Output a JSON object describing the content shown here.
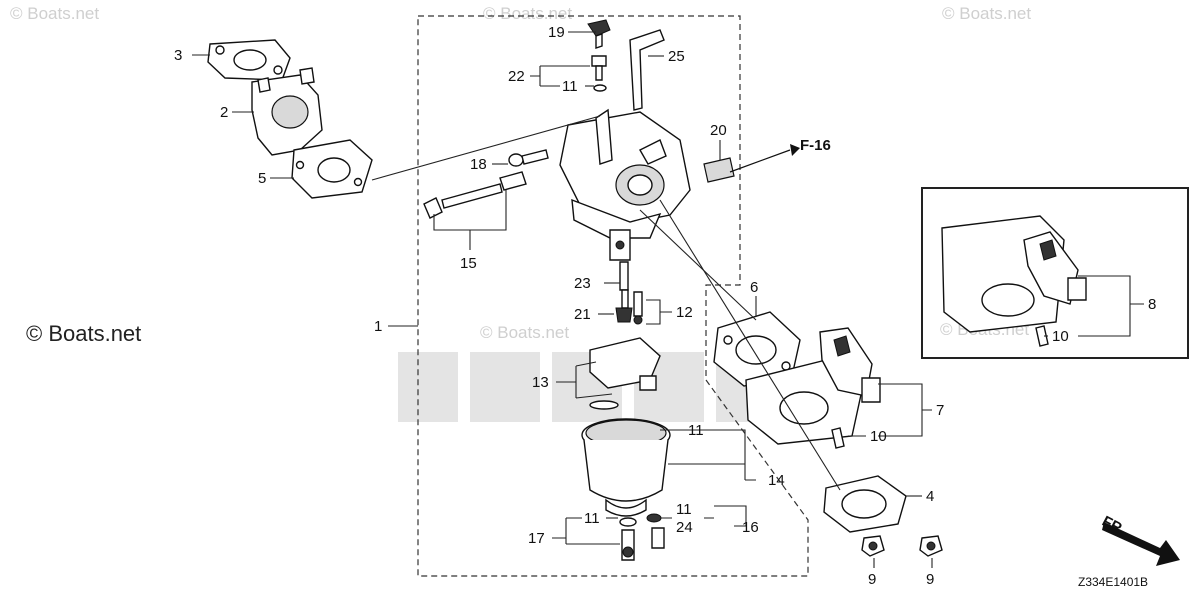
{
  "watermarks": {
    "brand": "© Boats.net",
    "faint": "© Boats.net"
  },
  "callouts": {
    "n1": "1",
    "n2": "2",
    "n3": "3",
    "n4": "4",
    "n5": "5",
    "n6": "6",
    "n7": "7",
    "n8": "8",
    "n9a": "9",
    "n9b": "9",
    "n10a": "10",
    "n10b": "10",
    "n11a": "11",
    "n11b": "11",
    "n11c": "11",
    "n11d": "11",
    "n12": "12",
    "n13": "13",
    "n14": "14",
    "n15": "15",
    "n16": "16",
    "n17": "17",
    "n18": "18",
    "n19": "19",
    "n20": "20",
    "n21": "21",
    "n22": "22",
    "n23": "23",
    "n24": "24",
    "n25": "25"
  },
  "reference": {
    "label": "F-16"
  },
  "direction": {
    "label": "FR."
  },
  "diagram_code": "Z334E1401B"
}
